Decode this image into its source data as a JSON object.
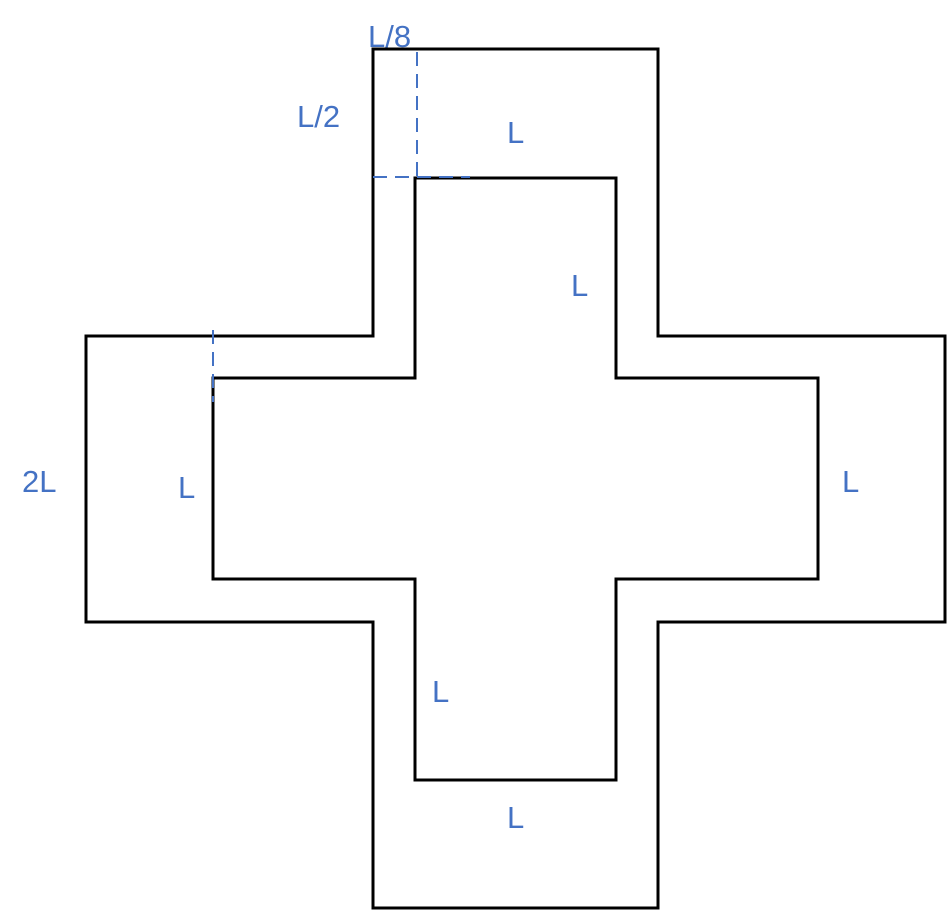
{
  "colors": {
    "outline": "#000000",
    "annotation": "#4472C4"
  },
  "labels": {
    "gap_width": "L/8",
    "arm_offset": "L/2",
    "top_inner_width": "L",
    "right_arm_upper_side": "L",
    "outer_left_height": "2L",
    "inner_left_height": "L",
    "inner_right_height": "L",
    "bottom_arm_left_side": "L",
    "bottom_inner_width": "L"
  }
}
